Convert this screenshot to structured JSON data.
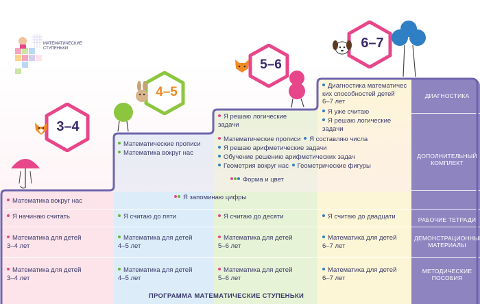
{
  "logo": {
    "line1": "МАТЕМАТИЧЕСКИЕ",
    "line2": "СТУПЕНЬКИ"
  },
  "badges": {
    "age_3_4": "3–4",
    "age_4_5": "4–5",
    "age_5_6": "5–6",
    "age_6_7": "6–7"
  },
  "sidebar": {
    "diagnostics": "ДИАГНОСТИКА",
    "additional_line1": "ДОПОЛНИТЕЛЬНЫЙ",
    "additional_line2": "КОМПЛЕКТ",
    "workbooks": "РАБОЧИЕ ТЕТРАДИ",
    "demo_line1": "ДЕМОНСТРАЦИОННЫЕ",
    "demo_line2": "МАТЕРИАЛЫ",
    "method_line1": "МЕТОДИЧЕСКИЕ",
    "method_line2": "ПОСОБИЯ"
  },
  "diagnostics": {
    "item1_line1": "Диагностика математичес",
    "item1_line2": "ких способностей детей",
    "item1_line3": "6–7 лет"
  },
  "additional": {
    "c67_counting": "Я уже считаю",
    "c67_logic_line1": "Я решаю логические",
    "c67_logic_line2": "задачи",
    "c56_logic_line1": "Я решаю логические",
    "c56_logic_line2": "задачи",
    "c45_copybook": "Математические прописи",
    "c45_around": "Математика вокруг нас",
    "c56_copybook": "Математические прописи",
    "c56_numbers": "Я составляю числа",
    "c56_arith": "Я решаю арифметические задачи",
    "c56_training": "Обучение решению арифметических задач",
    "c56_geometry": "Геометрия вокруг нас",
    "c56_figures": "Геометрические фигуры",
    "shared_shape": "Форма и цвет"
  },
  "workbooks": {
    "c34_around": "Математика вокруг нас",
    "shared_digits": "Я запоминаю цифры",
    "c34": "Я начинаю считать",
    "c45": "Я считаю до пяти",
    "c56": "Я считаю до десяти",
    "c67": "Я считаю до двадцати"
  },
  "demo": {
    "c34_line1": "Математика для детей",
    "c34_line2": "3–4 лет",
    "c45_line1": "Математика для детей",
    "c45_line2": "4–5 лет",
    "c56_line1": "Математика для детей",
    "c56_line2": "5–6 лет",
    "c67_line1": "Математика для детей",
    "c67_line2": "6–7 лет"
  },
  "method": {
    "c34_line1": "Математика для детей",
    "c34_line2": "3–4 лет",
    "c45_line1": "Математика для детей",
    "c45_line2": "4–5 лет",
    "c56_line1": "Математика для детей",
    "c56_line2": "5–6 лет",
    "c67_line1": "Математика для детей",
    "c67_line2": "6–7 лет"
  },
  "footer": {
    "title": "ПРОГРАММА МАТЕМАТИЧЕСКИЕ СТУПЕНЬКИ"
  },
  "colors": {
    "accent_pink": "#e8468a",
    "accent_green": "#6cb33f",
    "accent_blue": "#2f7fc4",
    "accent_orange": "#f08a24",
    "sidebar_purple": "#8e84c0",
    "stair_line": "#6f65ad"
  }
}
